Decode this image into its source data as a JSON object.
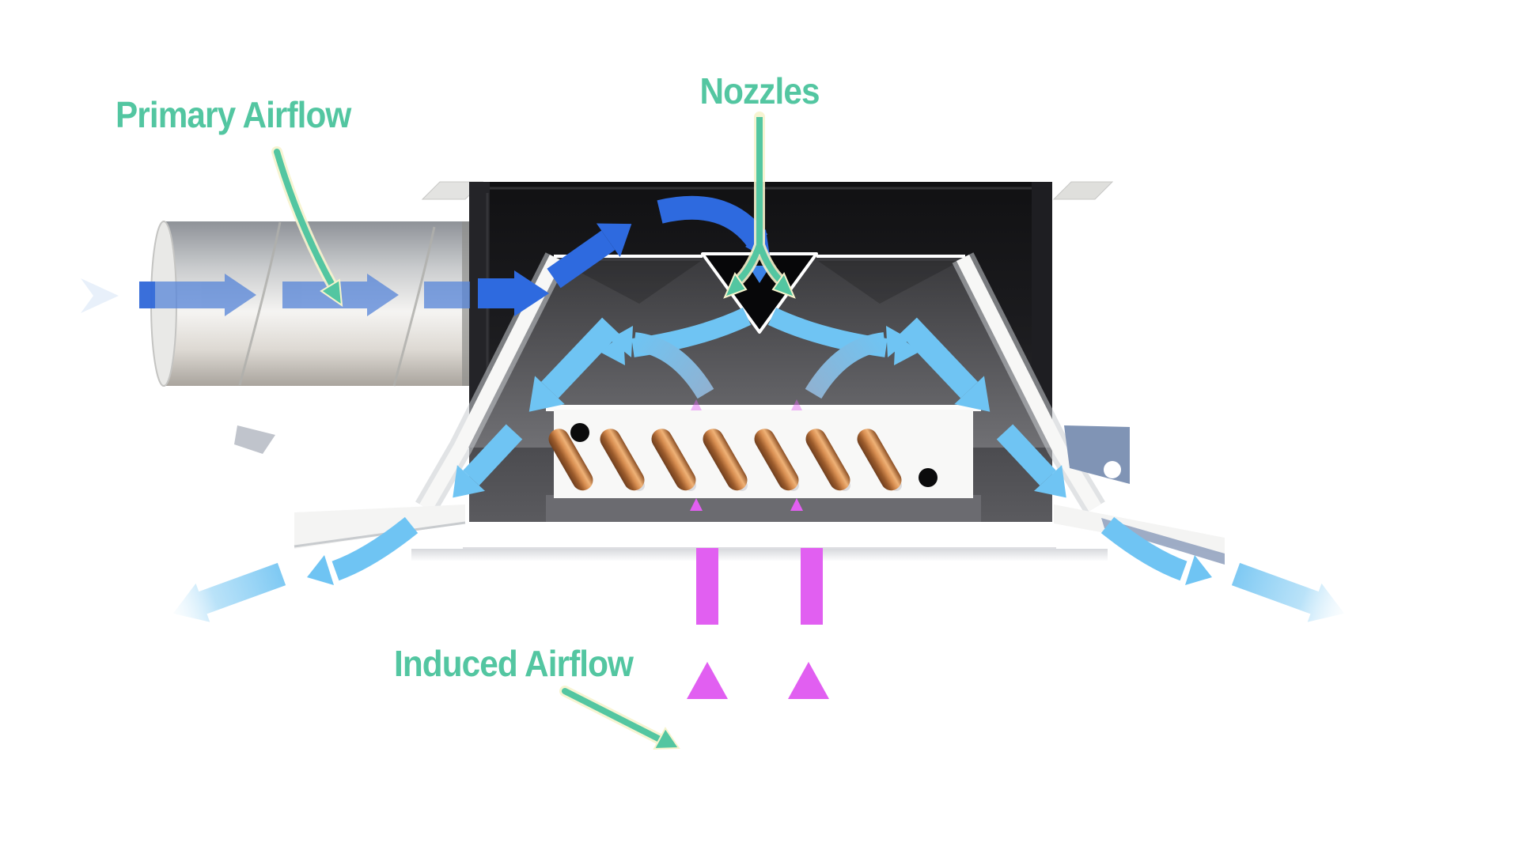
{
  "labels": {
    "primary_airflow": "Primary Airflow",
    "nozzles": "Nozzles",
    "induced_airflow": "Induced Airflow"
  },
  "colors": {
    "label_teal": "#53C6A1",
    "leader_glow": "#F6F3CD",
    "primary_blue": "#2E6ADF",
    "duct_blue": "#5584D8",
    "discharge_blue": "#6FC4F3",
    "induced_magenta": "#E15FF1",
    "copper": "#C9803F",
    "housing_dark": "#1B1B1E",
    "panel_gray": "#55555A",
    "metal_white": "#F5F5F4",
    "bracket_steel": "#8094B5"
  },
  "diagram": {
    "type": "airflow-diagram",
    "subject": "ceiling induction diffuser unit",
    "flows": [
      {
        "name": "primary airflow",
        "color_key": "primary_blue"
      },
      {
        "name": "discharge airflow",
        "color_key": "discharge_blue"
      },
      {
        "name": "induced airflow",
        "color_key": "induced_magenta"
      }
    ],
    "components": [
      "inlet-duct",
      "housing",
      "nozzle-v",
      "heat-exchanger-coil",
      "ceiling-face-panel",
      "mounting-brackets"
    ]
  }
}
